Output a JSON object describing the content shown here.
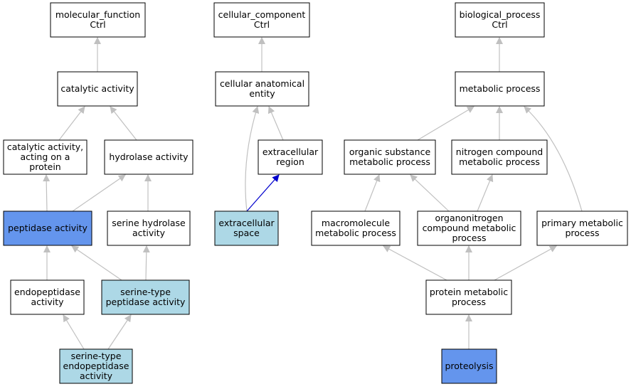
{
  "colors": {
    "default_fill": "#ffffff",
    "highlight_fill": "#6495ed",
    "related_fill": "#add8e6",
    "edge_gray": "#c0c0c0",
    "edge_blue": "#0000cd"
  },
  "nodes": {
    "mf_root": {
      "lines": [
        "molecular_function",
        "Ctrl"
      ],
      "fill": "default"
    },
    "catalytic": {
      "lines": [
        "catalytic activity"
      ],
      "fill": "default"
    },
    "cat_protein": {
      "lines": [
        "catalytic activity,",
        "acting on a",
        "protein"
      ],
      "fill": "default"
    },
    "hydrolase": {
      "lines": [
        "hydrolase activity"
      ],
      "fill": "default"
    },
    "peptidase": {
      "lines": [
        "peptidase activity"
      ],
      "fill": "highlight"
    },
    "ser_hydro": {
      "lines": [
        "serine hydrolase",
        "activity"
      ],
      "fill": "default"
    },
    "endopep": {
      "lines": [
        "endopeptidase",
        "activity"
      ],
      "fill": "default"
    },
    "ser_pep": {
      "lines": [
        "serine-type",
        "peptidase activity"
      ],
      "fill": "related"
    },
    "ser_endo": {
      "lines": [
        "serine-type",
        "endopeptidase",
        "activity"
      ],
      "fill": "related"
    },
    "cc_root": {
      "lines": [
        "cellular_component",
        "Ctrl"
      ],
      "fill": "default"
    },
    "cell_anat": {
      "lines": [
        "cellular anatomical",
        "entity"
      ],
      "fill": "default"
    },
    "ec_region": {
      "lines": [
        "extracellular",
        "region"
      ],
      "fill": "default"
    },
    "ec_space": {
      "lines": [
        "extracellular",
        "space"
      ],
      "fill": "related"
    },
    "bp_root": {
      "lines": [
        "biological_process",
        "Ctrl"
      ],
      "fill": "default"
    },
    "metabolic": {
      "lines": [
        "metabolic process"
      ],
      "fill": "default"
    },
    "org_sub": {
      "lines": [
        "organic substance",
        "metabolic process"
      ],
      "fill": "default"
    },
    "nitrogen": {
      "lines": [
        "nitrogen compound",
        "metabolic process"
      ],
      "fill": "default"
    },
    "macro": {
      "lines": [
        "macromolecule",
        "metabolic process"
      ],
      "fill": "default"
    },
    "organonit": {
      "lines": [
        "organonitrogen",
        "compound metabolic",
        "process"
      ],
      "fill": "default"
    },
    "primary": {
      "lines": [
        "primary metabolic",
        "process"
      ],
      "fill": "default"
    },
    "protein_met": {
      "lines": [
        "protein metabolic",
        "process"
      ],
      "fill": "default"
    },
    "proteolysis": {
      "lines": [
        "proteolysis"
      ],
      "fill": "highlight"
    }
  },
  "edges": [
    {
      "from": "catalytic",
      "to": "mf_root",
      "color": "gray"
    },
    {
      "from": "cat_protein",
      "to": "catalytic",
      "color": "gray"
    },
    {
      "from": "hydrolase",
      "to": "catalytic",
      "color": "gray"
    },
    {
      "from": "peptidase",
      "to": "cat_protein",
      "color": "gray"
    },
    {
      "from": "peptidase",
      "to": "hydrolase",
      "color": "gray"
    },
    {
      "from": "ser_hydro",
      "to": "hydrolase",
      "color": "gray"
    },
    {
      "from": "endopep",
      "to": "peptidase",
      "color": "gray"
    },
    {
      "from": "ser_pep",
      "to": "peptidase",
      "color": "gray"
    },
    {
      "from": "ser_pep",
      "to": "ser_hydro",
      "color": "gray"
    },
    {
      "from": "ser_endo",
      "to": "endopep",
      "color": "gray"
    },
    {
      "from": "ser_endo",
      "to": "ser_pep",
      "color": "gray"
    },
    {
      "from": "cell_anat",
      "to": "cc_root",
      "color": "gray"
    },
    {
      "from": "ec_region",
      "to": "cell_anat",
      "color": "gray"
    },
    {
      "from": "ec_space",
      "to": "cell_anat",
      "color": "gray"
    },
    {
      "from": "ec_space",
      "to": "ec_region",
      "color": "blue"
    },
    {
      "from": "metabolic",
      "to": "bp_root",
      "color": "gray"
    },
    {
      "from": "org_sub",
      "to": "metabolic",
      "color": "gray"
    },
    {
      "from": "nitrogen",
      "to": "metabolic",
      "color": "gray"
    },
    {
      "from": "primary",
      "to": "metabolic",
      "color": "gray"
    },
    {
      "from": "macro",
      "to": "org_sub",
      "color": "gray"
    },
    {
      "from": "organonit",
      "to": "org_sub",
      "color": "gray"
    },
    {
      "from": "organonit",
      "to": "nitrogen",
      "color": "gray"
    },
    {
      "from": "protein_met",
      "to": "macro",
      "color": "gray"
    },
    {
      "from": "protein_met",
      "to": "organonit",
      "color": "gray"
    },
    {
      "from": "protein_met",
      "to": "primary",
      "color": "gray"
    },
    {
      "from": "proteolysis",
      "to": "protein_met",
      "color": "gray"
    }
  ]
}
